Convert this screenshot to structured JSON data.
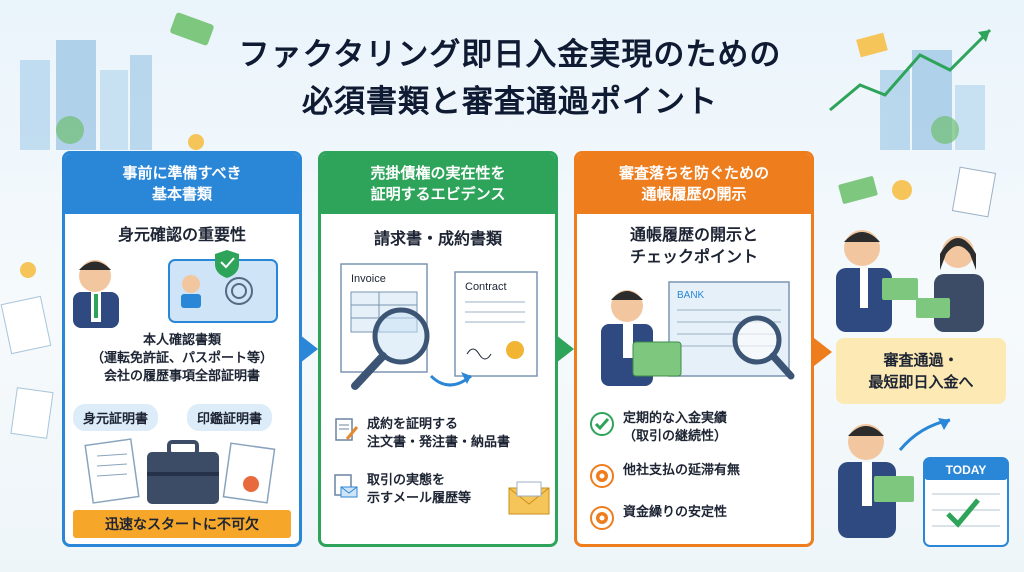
{
  "title": {
    "line1": "ファクタリング即日入金実現のための",
    "line2": "必須書類と審査通過ポイント"
  },
  "cards": [
    {
      "head": [
        "事前に準備すべき",
        "基本書類"
      ],
      "sub": "身元確認の重要性",
      "docs": [
        "本人確認書類",
        "（運転免許証、パスポート等）",
        "会社の履歴事項全部証明書"
      ],
      "pills": [
        "身元証明書",
        "印鑑証明書"
      ],
      "banner": "迅速なスタートに不可欠"
    },
    {
      "head": [
        "売掛債権の実在性を",
        "証明するエビデンス"
      ],
      "sub": "請求書・成約書類",
      "invoice_label": "Invoice",
      "contract_label": "Contract",
      "rows": [
        {
          "lines": [
            "成約を証明する",
            "注文書・発注書・納品書"
          ],
          "icon": "document-pen-icon"
        },
        {
          "lines": [
            "取引の実態を",
            "示すメール履歴等"
          ],
          "icon": "email-icon"
        }
      ]
    },
    {
      "head": [
        "審査落ちを防ぐための",
        "通帳履歴の開示"
      ],
      "sub": [
        "通帳履歴の開示と",
        "チェックポイント"
      ],
      "bank_label": "BANK",
      "rows": [
        {
          "lines": [
            "定期的な入金実績",
            "（取引の継続性）"
          ],
          "icon": "checkmark-icon"
        },
        {
          "lines": [
            "他社支払の延滞有無"
          ],
          "icon": "target-icon"
        },
        {
          "lines": [
            "資金繰りの安定性"
          ],
          "icon": "target-icon"
        }
      ]
    }
  ],
  "result": {
    "lines": [
      "審査通過・",
      "最短即日入金へ"
    ],
    "calendar_label": "TODAY"
  },
  "colors": {
    "blue": "#2a86d6",
    "green": "#2ea35a",
    "orange": "#ee7d1e",
    "banner": "#f6a72a"
  }
}
